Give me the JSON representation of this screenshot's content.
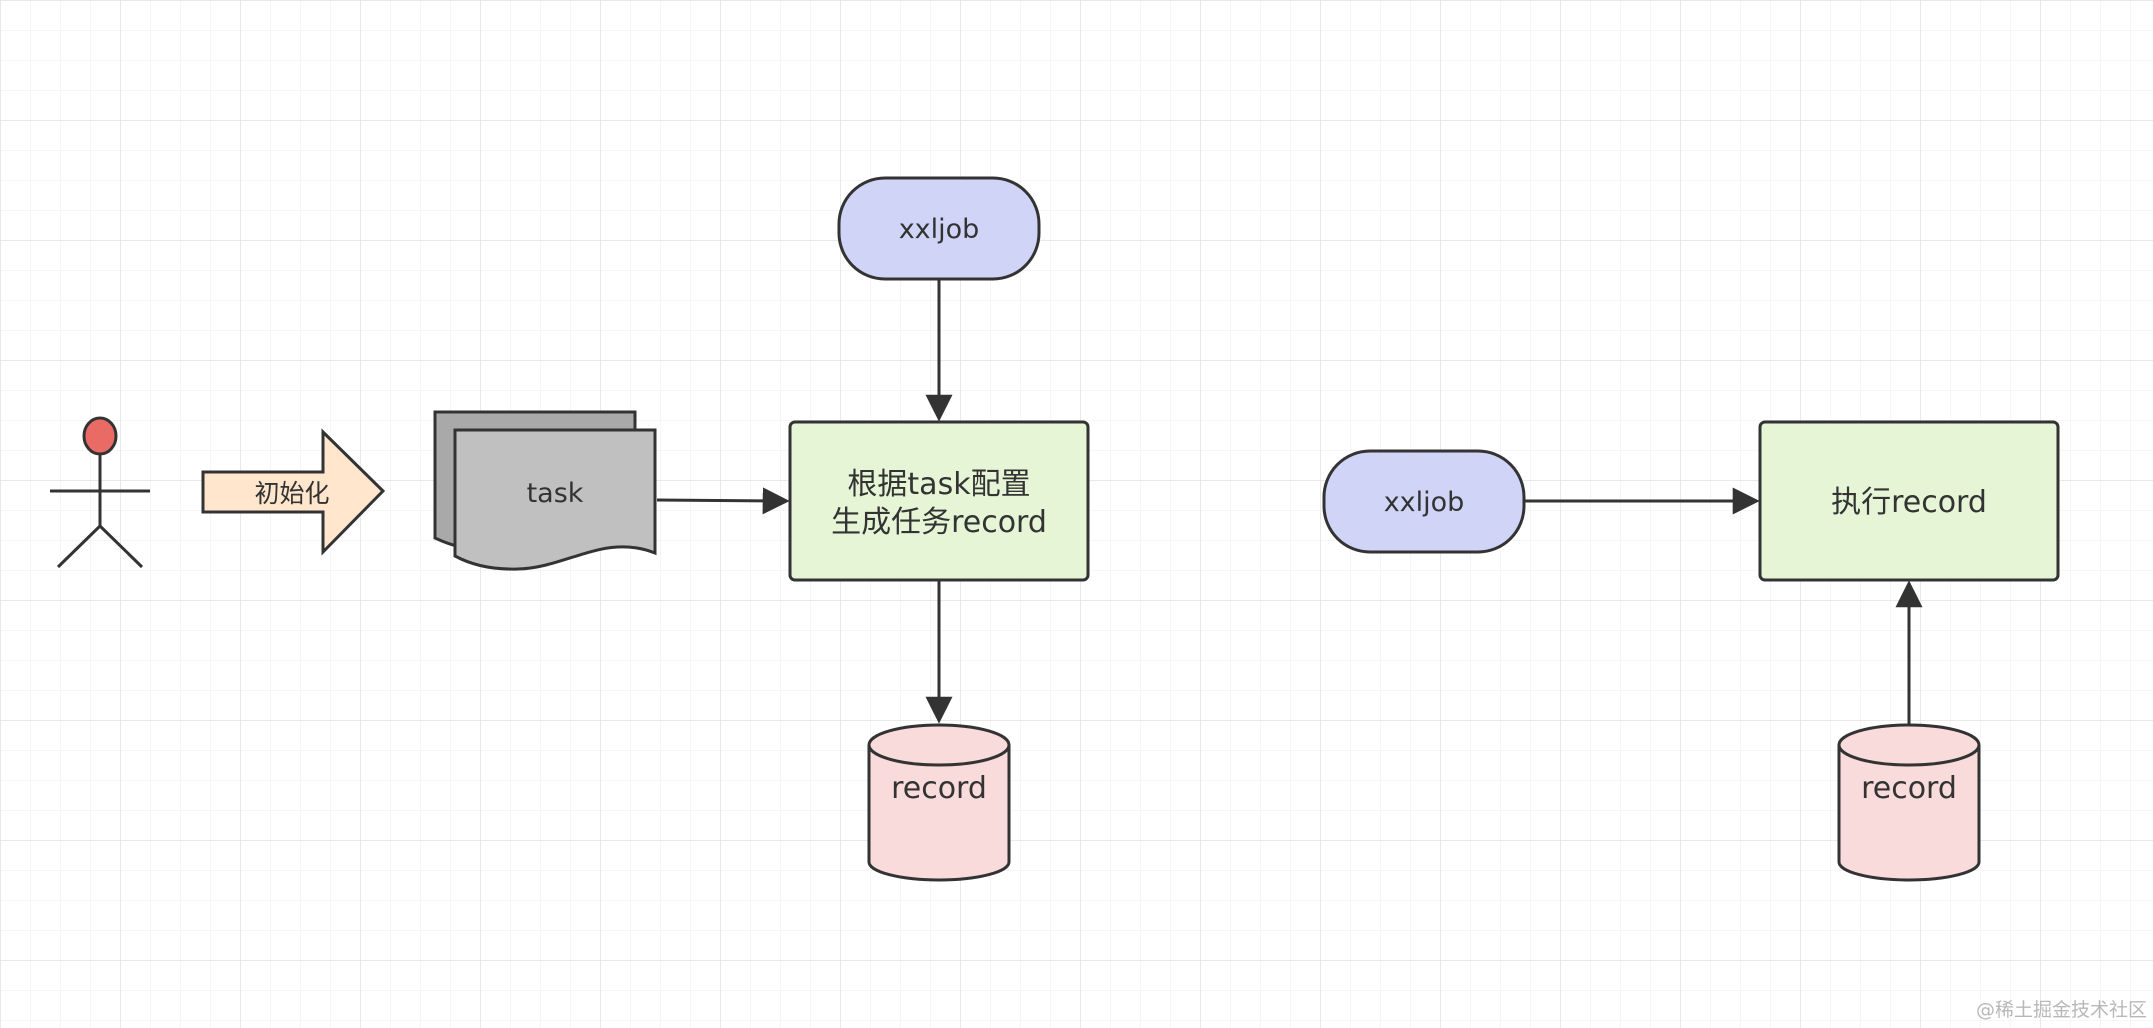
{
  "diagram": {
    "nodes": {
      "actor": {
        "shape": "stick-figure",
        "head_color": "#ea6b66"
      },
      "init_arrow": {
        "label": "初始化",
        "fill": "#ffe6cc"
      },
      "task_docs": {
        "label": "task",
        "fill": "#c0c0c0"
      },
      "xxljob_top": {
        "label": "xxljob",
        "fill": "#d0d4f7"
      },
      "generate_box": {
        "line1": "根据task配置",
        "line2": "生成任务record",
        "fill": "#e6f5d6"
      },
      "record_left": {
        "label": "record",
        "fill": "#f8dbda"
      },
      "xxljob_right": {
        "label": "xxljob",
        "fill": "#d0d4f7"
      },
      "execute_box": {
        "label": "执行record",
        "fill": "#e6f5d6"
      },
      "record_right": {
        "label": "record",
        "fill": "#f8dbda"
      }
    },
    "edges": [
      {
        "from": "task_docs",
        "to": "generate_box"
      },
      {
        "from": "xxljob_top",
        "to": "generate_box"
      },
      {
        "from": "generate_box",
        "to": "record_left"
      },
      {
        "from": "xxljob_right",
        "to": "execute_box"
      },
      {
        "from": "record_right",
        "to": "execute_box"
      }
    ],
    "stroke_color": "#333333",
    "grid_color": "#e6e6e6"
  },
  "watermark": "@稀土掘金技术社区"
}
